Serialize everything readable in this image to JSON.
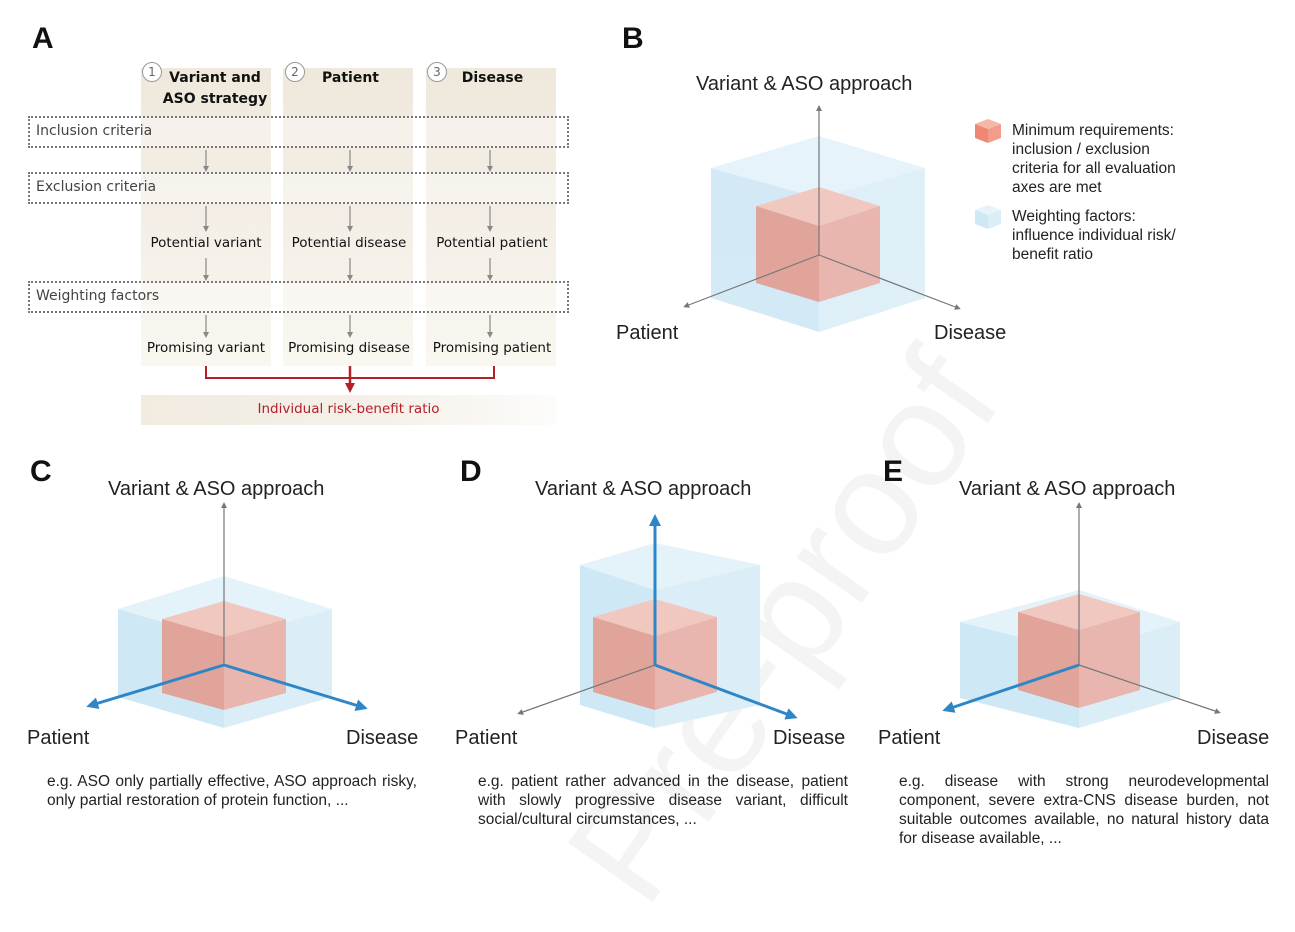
{
  "panels": {
    "A": {
      "letter": "A",
      "columns": [
        {
          "number": "1",
          "title_line1": "Variant and",
          "title_line2": "ASO strategy"
        },
        {
          "number": "2",
          "title_line1": "Patient",
          "title_line2": ""
        },
        {
          "number": "3",
          "title_line1": "Disease",
          "title_line2": ""
        }
      ],
      "rows": {
        "inclusion": "Inclusion criteria",
        "exclusion": "Exclusion criteria",
        "weighting": "Weighting factors"
      },
      "potential": [
        "Potential variant",
        "Potential disease",
        "Potential patient"
      ],
      "promising": [
        "Promising variant",
        "Promising disease",
        "Promising patient"
      ],
      "result": "Individual risk-benefit ratio",
      "colors": {
        "result": "#b3202a",
        "column_bg": "#efe8dc"
      }
    },
    "B": {
      "letter": "B",
      "axis_top": "Variant & ASO approach",
      "axis_left": "Patient",
      "axis_right": "Disease",
      "legend": [
        {
          "swatch": "red-cube-icon",
          "text_lines": [
            "Minimum requirements:",
            "inclusion / exclusion",
            "criteria for all evaluation",
            "axes are met"
          ]
        },
        {
          "swatch": "blue-cube-icon",
          "text_lines": [
            "Weighting factors:",
            "influence individual risk/",
            "benefit ratio"
          ]
        }
      ],
      "colors": {
        "red": "#e89a8f",
        "blue": "#bfe0f3"
      }
    },
    "C": {
      "letter": "C",
      "axis_top": "Variant & ASO approach",
      "axis_left": "Patient",
      "axis_right": "Disease",
      "caption": "e.g. ASO only partially effective, ASO approach risky, only partial restoration of protein function, ..."
    },
    "D": {
      "letter": "D",
      "axis_top": "Variant & ASO approach",
      "axis_left": "Patient",
      "axis_right": "Disease",
      "caption": "e.g. patient rather advanced in the disease, patient with slowly progressive disease variant, difficult social/cultural circumstances, ..."
    },
    "E": {
      "letter": "E",
      "axis_top": "Variant & ASO approach",
      "axis_left": "Patient",
      "axis_right": "Disease",
      "caption": "e.g. disease with strong neurodevelopmental component, severe extra-CNS disease burden, not suitable outcomes available, no natural history data for disease available, ..."
    }
  },
  "watermark": "Pre-proof",
  "colors": {
    "highlight_arrow": "#2f86c6",
    "axis": "#777777"
  }
}
